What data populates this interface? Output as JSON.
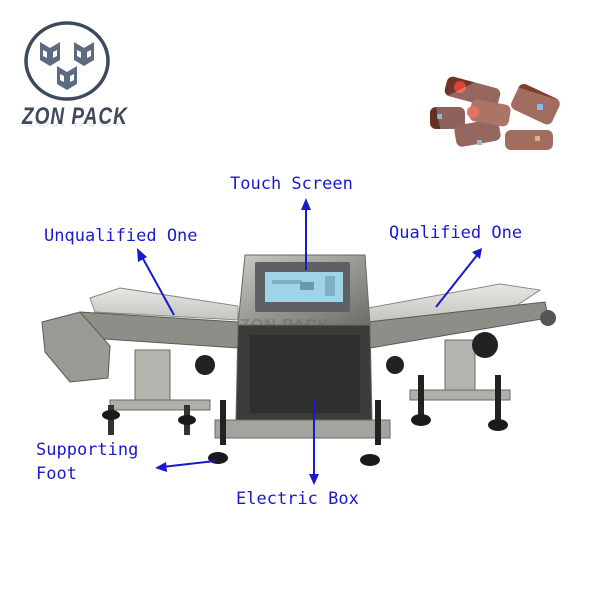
{
  "brand": {
    "name": "ZON PACK",
    "logo_icon": "triple-chevron-shield-in-circle",
    "color": "#3e4a5c"
  },
  "product_photo": {
    "description": "individually wrapped candy/date pieces",
    "icon": "product-photo"
  },
  "machine": {
    "type": "checkweigher",
    "watermark": "ZON PACK"
  },
  "annotations": {
    "color": "#1a1acc",
    "items": [
      {
        "id": "touch-screen",
        "label": "Touch Screen"
      },
      {
        "id": "unqualified-one",
        "label": "Unqualified One"
      },
      {
        "id": "qualified-one",
        "label": "Qualified One"
      },
      {
        "id": "supporting-foot",
        "label_line1": "Supporting",
        "label_line2": "Foot"
      },
      {
        "id": "electric-box",
        "label": "Electric Box"
      }
    ]
  }
}
